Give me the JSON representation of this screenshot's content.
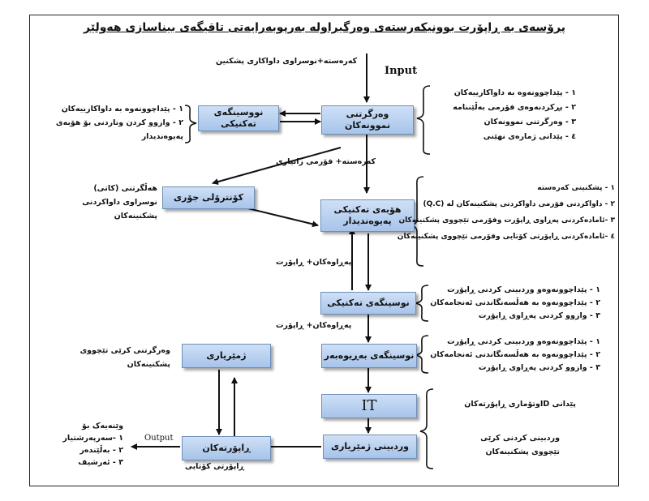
{
  "title": "پرۆسەی بە ڕاپۆرت بوونیکەرستەی وەرگیراولە بەرپوبەرایەتی تاقیگەی بیناسازی هەولێر",
  "input_label": "Input",
  "output_label": "Output",
  "boxes": {
    "receiving": "وەرگرتنی نموونەکان",
    "tech_writing": "نووسینگەی تەکنیکی",
    "quality_control": "کۆنترۆلی جۆری",
    "tech_hall": [
      "هۆبەی تەکنیکی",
      "پەیوەندیدار"
    ],
    "tech_office": "نوسینگەی تەکنیکی",
    "admin_office": "نوسینگەی بەڕیوەبەر",
    "it": "IT",
    "finance_review": "وردبینی ژمێریاری",
    "accounting": "ژمێریاری",
    "reports": "ڕاپۆرتەکان"
  },
  "flow_labels": {
    "materials_request": "کەرەستە+نوسراوی داواکاری پشکنین",
    "materials_form": "کەرەستە+ فۆرمی زانیاری",
    "papers_report_1": "پەڕاوەکان+ ڕاپۆرت",
    "papers_report_2": "پەڕاوەکان+ ڕاپۆرت",
    "final_report": "ڕاپۆرتی کۆتایی"
  },
  "notes": {
    "receiving_list": [
      "١ - پێداچوونەوە بە داواکارییەکان",
      "٢ - پڕکردنەوەی فۆرمی بەڵێننامە",
      "٣ - وەرگرتنی نموونەکان",
      "٤ - پێدانی ژمارەی نهێنی"
    ],
    "tech_writing_list": [
      "١ - پێداچوونەوە بە داواکارییەکان",
      "٢ - وازوو کردن وناردنی بۆ هۆبەی",
      "پەیوەندیدار"
    ],
    "quality_control_list": [
      "هەڵگرتنی (کاتی)",
      "نوسراوی داواکردنی",
      "پشکنینەکان"
    ],
    "tech_hall_list": [
      "١ - پشکنینی کەرەستە",
      "٢ - داواکردنی فۆرمی داواکردنی پشکنینەکان لە (Q.C)",
      "٣ -ئامادەکردنی پەڕاوی ڕاپۆرت وفۆرمی تێچووی پشکنینەکان",
      "٤ -ئامادەکردنی ڕاپۆرتی کۆتایی وفۆرمی تێچووی پشکنینەکان"
    ],
    "tech_office_list": [
      "١ - پێداچوونەوەو وردبینی کردنی ڕاپۆرت",
      "٢ - پێداچوونەوە بە هەڵسەنگاندنی ئەنجامەکان",
      "٣ - وازوو کردنی پەڕاوی ڕاپۆرت"
    ],
    "admin_office_list": [
      "١ - پێداچوونەوەو وردبینی کردنی ڕاپۆرت",
      "٢ - پێداچوونەوە بە هەڵسەنگاندنی ئەنجامەکان",
      "٣ - وازوو کردنی پەڕاوی ڕاپۆرت"
    ],
    "it_note": "پێدانی IDوتۆماری ڕاپۆرتەکان",
    "finance_note": [
      "وردبینی کردنی کرێی",
      "تێچووی پشکنینەکان"
    ],
    "accounting_note": [
      "وەرگرتنی کرێی تێچووی",
      "پشکنینەکان"
    ],
    "reports_list": [
      "وێنەیەک بۆ",
      "١ -سەرپەرشتیار",
      "٢ - بەڵێندەر",
      "٣ - ئەرشیف"
    ]
  }
}
